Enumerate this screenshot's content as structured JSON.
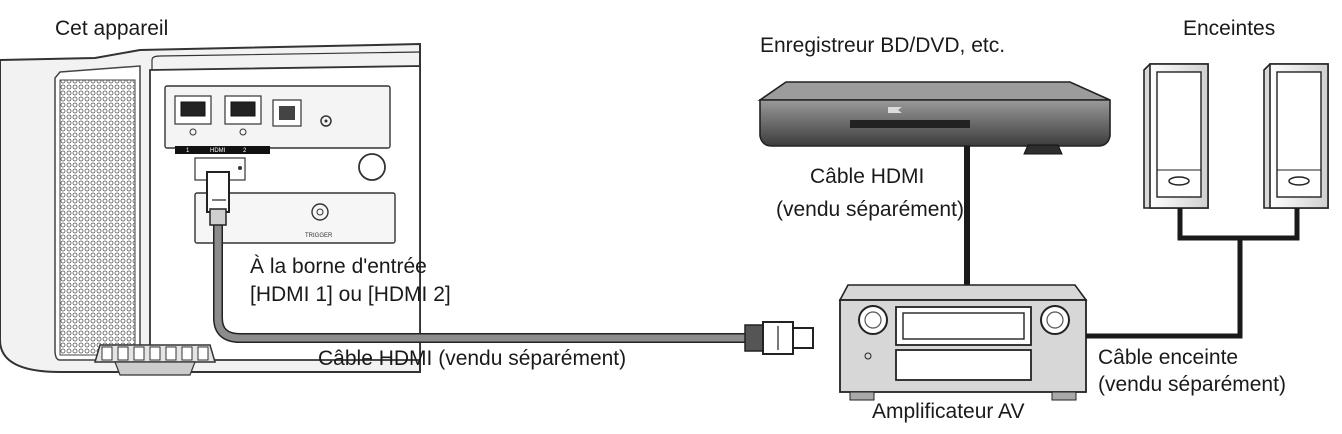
{
  "labels": {
    "device": "Cet appareil",
    "recorder": "Enregistreur BD/DVD, etc.",
    "speakers": "Enceintes",
    "hdmi_cable_recorder_line1": "Câble HDMI",
    "hdmi_cable_recorder_line2": "(vendu séparément)",
    "input_terminal_line1": "À la borne d'entrée",
    "input_terminal_line2": "[HDMI 1] ou [HDMI 2]",
    "hdmi_cable_main": "Câble HDMI (vendu séparément)",
    "speaker_cable_line1": "Câble enceinte",
    "speaker_cable_line2": "(vendu séparément)",
    "amplifier": "Amplificateur AV"
  },
  "panel_text": {
    "port_1": "1",
    "port_hdmi": "HDMI",
    "port_2": "2",
    "trigger": "TRIGGER"
  },
  "colors": {
    "cable_hdmi": "#8c8c8c",
    "cable_dark": "#1a1a1a",
    "device_body": "#f2f2f2",
    "amp_body": "#d7d7d7",
    "recorder_body": "#6f6f6f"
  }
}
